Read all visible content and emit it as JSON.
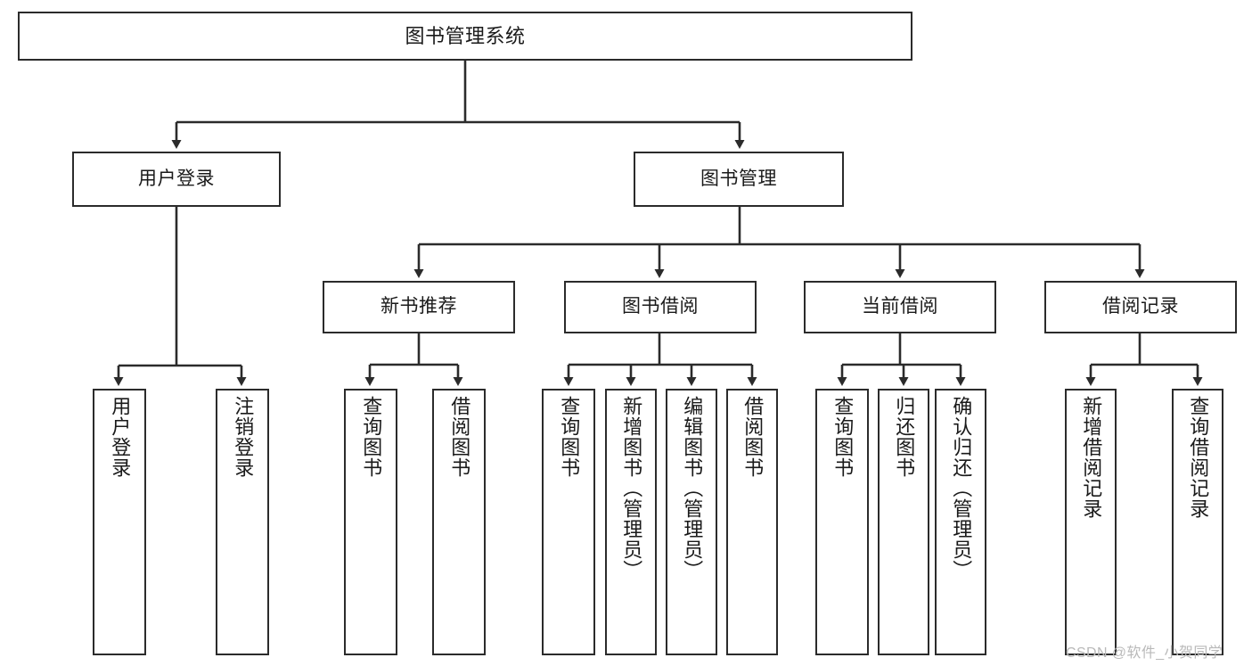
{
  "diagram": {
    "type": "tree-hierarchy-chart",
    "title": "图书管理系统",
    "watermark": "CSDN @软件_小贺同学",
    "colors": {
      "box_border": "#2b2b2b",
      "box_fill": "#ffffff",
      "connector": "#2b2b2b",
      "text": "#1a1a1a",
      "watermark": "#b9b9b9"
    }
  },
  "nodes": {
    "root": {
      "label": "图书管理系统"
    },
    "level2": [
      {
        "label": "用户登录"
      },
      {
        "label": "图书管理"
      }
    ],
    "level3": [
      {
        "label": "新书推荐"
      },
      {
        "label": "图书借阅"
      },
      {
        "label": "当前借阅"
      },
      {
        "label": "借阅记录"
      }
    ],
    "leaves": {
      "user_login": [
        {
          "label": "用户登录"
        },
        {
          "label": "注销登录"
        }
      ],
      "new_book_recommend": [
        {
          "label": "查询图书"
        },
        {
          "label": "借阅图书"
        }
      ],
      "book_borrow": [
        {
          "label": "查询图书"
        },
        {
          "label": "新增图书（管理员）"
        },
        {
          "label": "编辑图书（管理员）"
        },
        {
          "label": "借阅图书"
        }
      ],
      "current_borrow": [
        {
          "label": "查询图书"
        },
        {
          "label": "归还图书"
        },
        {
          "label": "确认归还（管理员）"
        }
      ],
      "borrow_record": [
        {
          "label": "新增借阅记录"
        },
        {
          "label": "查询借阅记录"
        }
      ]
    }
  }
}
